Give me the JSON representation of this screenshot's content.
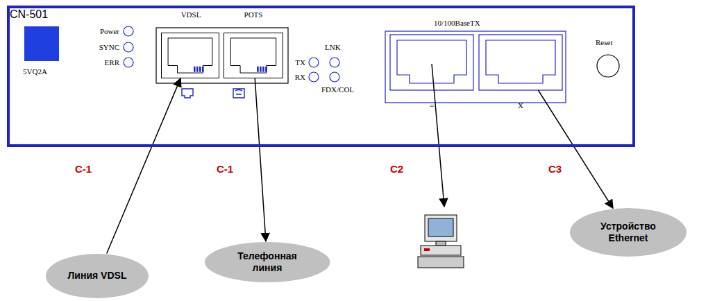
{
  "diagram": {
    "nodes": [
      {
        "text": [
          "CN-501"
        ]
      },
      {
        "text": [
          "VDSL"
        ],
        "in": 0
      },
      {
        "text": [
          "POTS"
        ],
        "in": 0
      },
      {
        "text": [
          "="
        ],
        "in": 0
      },
      {
        "text": [
          "X"
        ],
        "in": 0
      },
      {
        "text": [
          "Линия VDSL"
        ]
      },
      {
        "text": [
          "Телефонная линия"
        ]
      },
      {
        "text": [
          "Устройство Ethernet"
        ]
      }
    ],
    "edges": [
      {
        "from": 5,
        "to": 1,
        "arrow": "to"
      },
      {
        "from": 2,
        "to": 6,
        "arrow": "to"
      },
      {
        "from": 4,
        "to": 7,
        "arrow": "to"
      }
    ],
    "labels": [
      "Power",
      "SYNC",
      "ERR",
      "5VQ2A",
      "LNK",
      "TX",
      "RX",
      "FDX/COL",
      "10/100BaseTX",
      "Reset",
      "C-1",
      "C-1",
      "C2",
      "C3"
    ]
  }
}
